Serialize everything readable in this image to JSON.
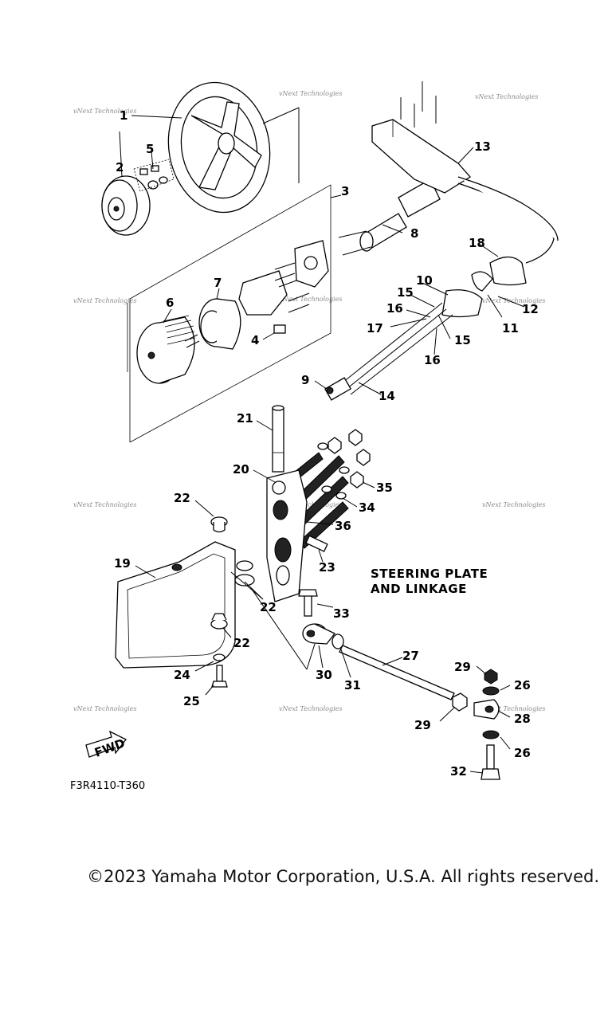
{
  "title_lines": [
    "STEERING PLATE",
    "AND LINKAGE"
  ],
  "diagram_code": "F3R4110-T360",
  "fwd_label": "FWD",
  "watermark": "vNext Technologies",
  "copyright": "©2023 Yamaha Motor Corporation, U.S.A. All rights reserved.",
  "callouts": {
    "c1": "1",
    "c2": "2",
    "c3": "3",
    "c4": "4",
    "c5": "5",
    "c6": "6",
    "c7": "7",
    "c8": "8",
    "c9": "9",
    "c10": "10",
    "c11": "11",
    "c12": "12",
    "c13": "13",
    "c14": "14",
    "c15a": "15",
    "c15b": "15",
    "c16a": "16",
    "c16b": "16",
    "c17": "17",
    "c18": "18",
    "c19": "19",
    "c20": "20",
    "c21": "21",
    "c22a": "22",
    "c22b": "22",
    "c22c": "22",
    "c23": "23",
    "c24": "24",
    "c25": "25",
    "c26a": "26",
    "c26b": "26",
    "c27": "27",
    "c28": "28",
    "c29a": "29",
    "c29b": "29",
    "c30": "30",
    "c31": "31",
    "c32": "32",
    "c33": "33",
    "c34": "34",
    "c35": "35",
    "c36": "36"
  }
}
